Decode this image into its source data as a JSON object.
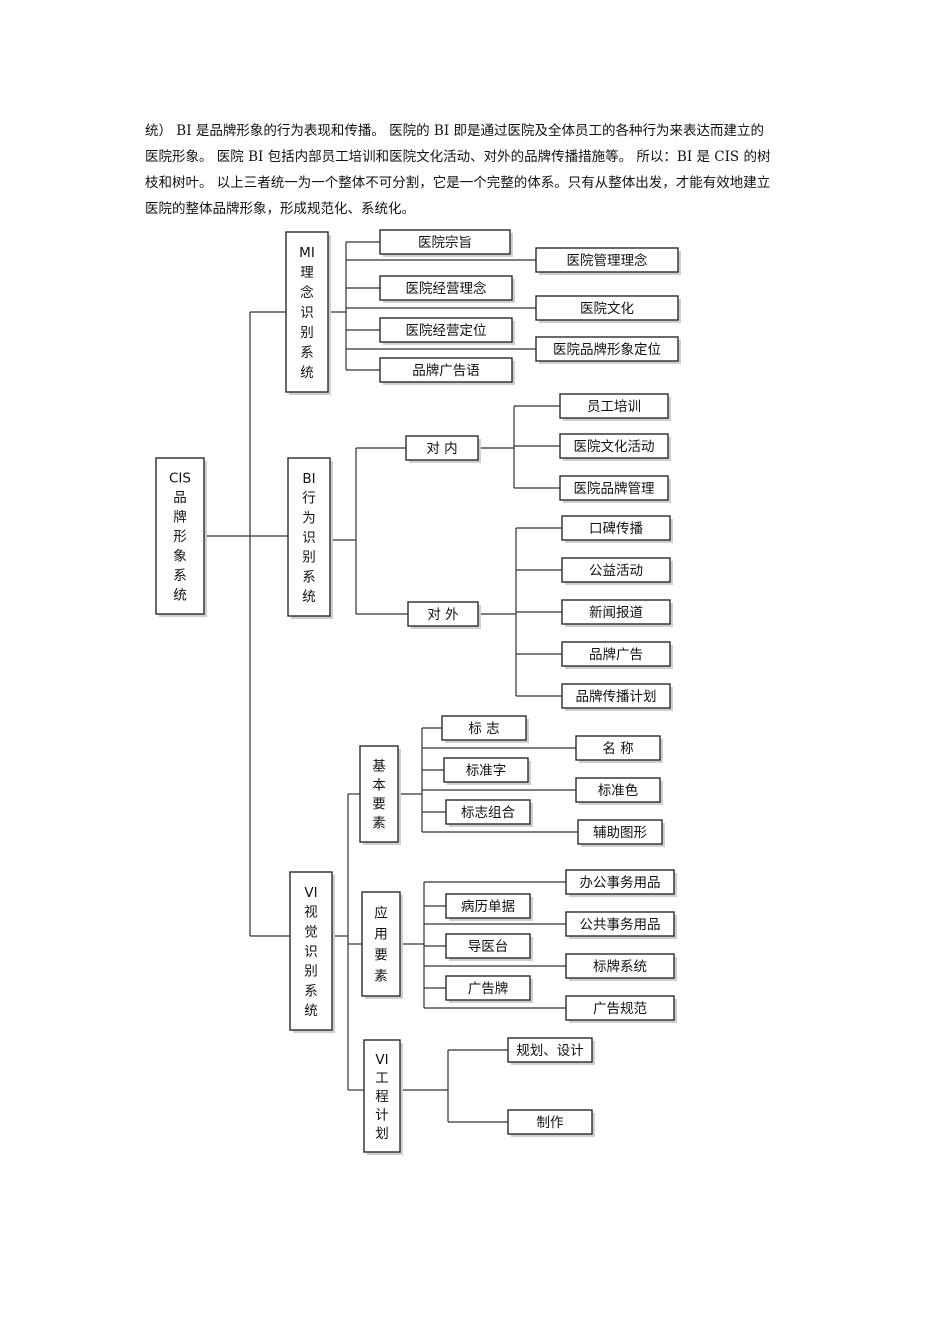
{
  "intro": {
    "line1": "统） BI 是品牌形象的行为表现和传播。 医院的 BI 即是通过医院及全体员工的各种行为来表达而建立的",
    "line2": "医院形象。 医院 BI 包括内部员工培训和医院文化活动、对外的品牌传播措施等。 所以：BI 是 CIS 的树",
    "line3": "枝和树叶。 以上三者统一为一个整体不可分割，它是一个完整的体系。只有从整体出发，才能有效地建立",
    "line4": "医院的整体品牌形象，形成规范化、系统化。"
  },
  "diagram": {
    "root": [
      "CIS",
      "品",
      "牌",
      "形",
      "象",
      "系",
      "统"
    ],
    "mi": {
      "label": [
        "MI",
        "理",
        "念",
        "识",
        "别",
        "系",
        "统"
      ],
      "items": [
        "医院宗旨",
        "医院管理理念",
        "医院经营理念",
        "医院文化",
        "医院经营定位",
        "医院品牌形象定位",
        "品牌广告语"
      ]
    },
    "bi": {
      "label": [
        "BI",
        "行",
        "为",
        "识",
        "别",
        "系",
        "统"
      ],
      "inner": {
        "label": "对 内",
        "items": [
          "员工培训",
          "医院文化活动",
          "医院品牌管理"
        ]
      },
      "outer": {
        "label": "对 外",
        "items": [
          "口碑传播",
          "公益活动",
          "新闻报道",
          "品牌广告",
          "品牌传播计划"
        ]
      }
    },
    "vi": {
      "label": [
        "VI",
        "视",
        "觉",
        "识",
        "别",
        "系",
        "统"
      ],
      "basic": {
        "label": [
          "基",
          "本",
          "要",
          "素"
        ],
        "items": [
          "标 志",
          "名 称",
          "标准字",
          "标准色",
          "标志组合",
          "辅助图形"
        ]
      },
      "apply": {
        "label": [
          "应",
          "用",
          "要",
          "素"
        ],
        "items": [
          "办公事务用品",
          "病历单据",
          "公共事务用品",
          "导医台",
          "标牌系统",
          "广告牌",
          "广告规范"
        ]
      },
      "plan": {
        "label": [
          "VI",
          "工",
          "程",
          "计",
          "划"
        ],
        "items": [
          "规划、设计",
          "制作"
        ]
      }
    }
  }
}
